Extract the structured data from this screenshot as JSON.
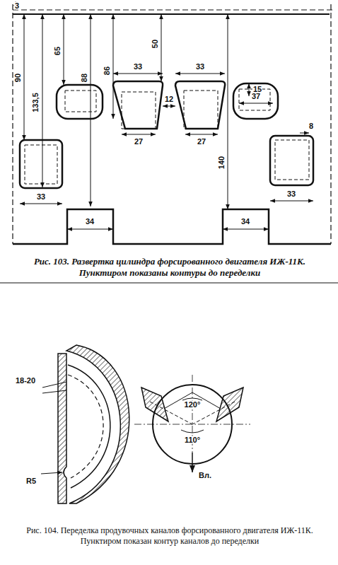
{
  "diagram": {
    "caption": "Рис. 103. Развертка цилиндра форсированного двигателя ИЖ-11К. Пунктиром показаны контуры до переделки",
    "labels": [
      "3",
      "90",
      "133,5",
      "65",
      "88",
      "86",
      "33",
      "33",
      "50",
      "12",
      "15",
      "37",
      "8",
      "27",
      "27",
      "140",
      "33",
      "33",
      "34",
      "34",
      "18-20",
      "R5",
      "120°",
      "110°",
      "Вл.",
      "Рис. 104. Переделка продувочных каналов форсированного двигателя ИЖ-11К. Пунктиром показан контур каналов до переделки"
    ]
  }
}
